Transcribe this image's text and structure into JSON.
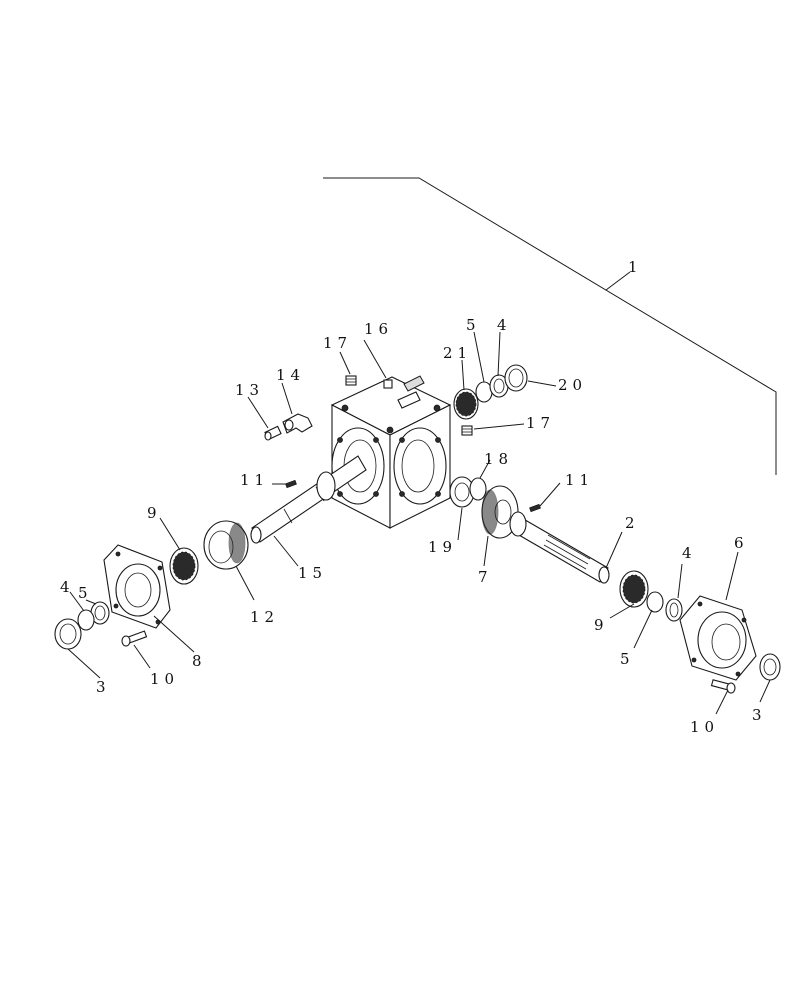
{
  "callouts": {
    "c1": "1",
    "c2": "2",
    "c3_left": "3",
    "c3_right": "3",
    "c4_left": "4",
    "c4_top": "4",
    "c4_right": "4",
    "c5_left": "5",
    "c5_top": "5",
    "c5_right": "5",
    "c6": "6",
    "c7": "7",
    "c8": "8",
    "c9_left": "9",
    "c9_right": "9",
    "c10_left": "10",
    "c10_right": "10",
    "c11_left": "11",
    "c11_right": "11",
    "c12": "12",
    "c13": "13",
    "c14": "14",
    "c15": "15",
    "c16": "16",
    "c17_top": "17",
    "c17_right": "17",
    "c18": "18",
    "c19": "19",
    "c20": "20",
    "c21": "21"
  }
}
